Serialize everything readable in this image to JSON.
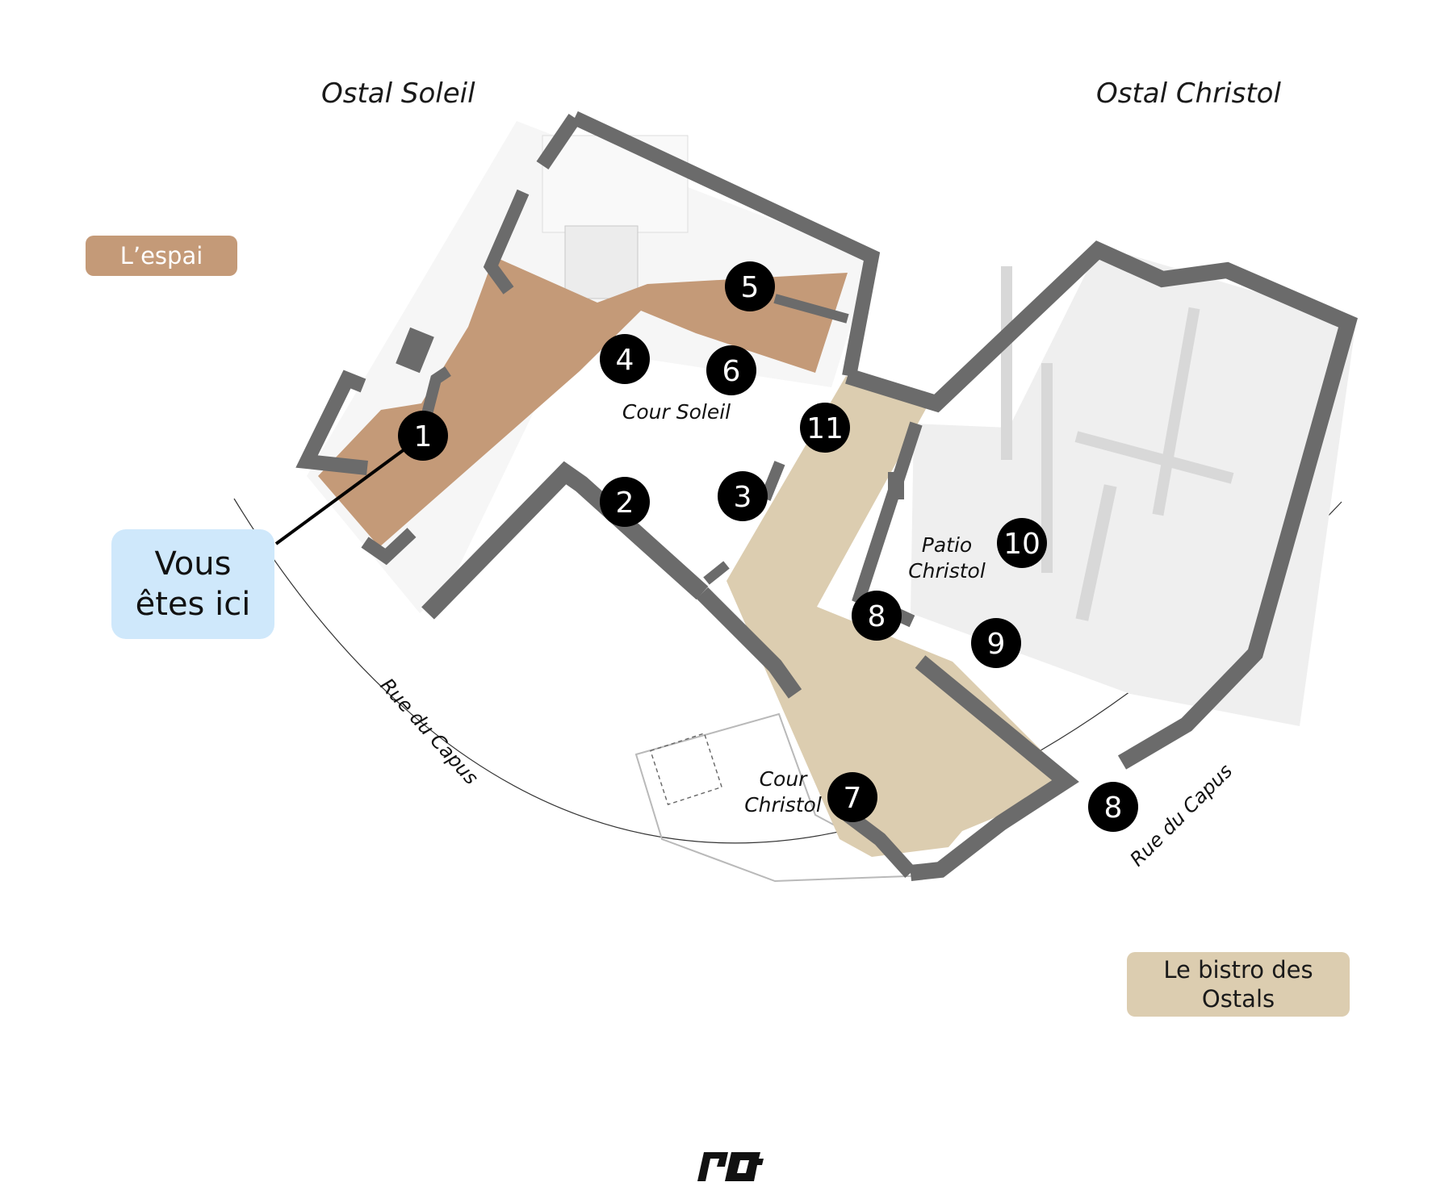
{
  "buildings": {
    "left": "Ostal Soleil",
    "right": "Ostal Christol"
  },
  "legend": {
    "espai": {
      "label": "L’espai",
      "color": "#c49a78"
    },
    "bistro": {
      "line1": "Le bistro des",
      "line2": "Ostals",
      "color": "#dccdb0"
    }
  },
  "you_are_here": {
    "line1": "Vous",
    "line2": "êtes ici",
    "color": "#cfe8fb"
  },
  "areas": {
    "cour_soleil": "Cour Soleil",
    "patio_line1": "Patio",
    "patio_line2": "Christol",
    "cour_christol_line1": "Cour",
    "cour_christol_line2": "Christol"
  },
  "streets": {
    "left": "Rue du Capus",
    "right": "Rue du Capus"
  },
  "markers": [
    "1",
    "2",
    "3",
    "4",
    "5",
    "6",
    "7",
    "8",
    "9",
    "10",
    "11",
    "8"
  ],
  "colors": {
    "wall": "#6b6b6b",
    "marker": "#000000",
    "marker_text": "#ffffff"
  }
}
